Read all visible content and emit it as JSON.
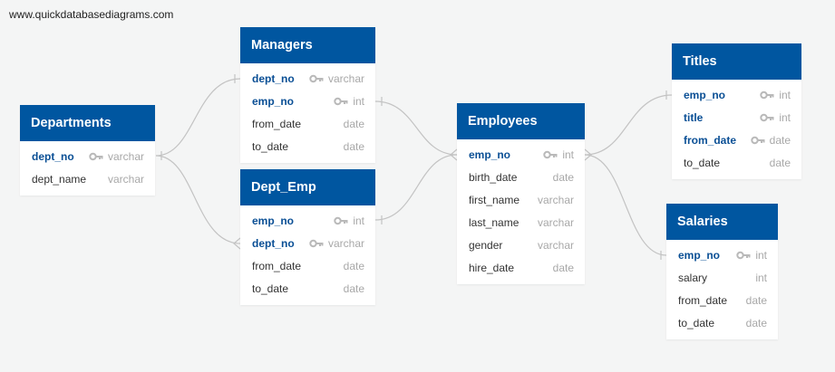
{
  "watermark": "www.quickdatabasediagrams.com",
  "colors": {
    "header": "#0056a0",
    "key_field": "#0a4f95",
    "type": "#a8a8a8",
    "link": "#c3c3c3",
    "background": "#f4f5f5"
  },
  "tables": {
    "departments": {
      "title": "Departments",
      "fields": [
        {
          "name": "dept_no",
          "type": "varchar",
          "key": true
        },
        {
          "name": "dept_name",
          "type": "varchar",
          "key": false
        }
      ]
    },
    "managers": {
      "title": "Managers",
      "fields": [
        {
          "name": "dept_no",
          "type": "varchar",
          "key": true
        },
        {
          "name": "emp_no",
          "type": "int",
          "key": true
        },
        {
          "name": "from_date",
          "type": "date",
          "key": false
        },
        {
          "name": "to_date",
          "type": "date",
          "key": false
        }
      ]
    },
    "dept_emp": {
      "title": "Dept_Emp",
      "fields": [
        {
          "name": "emp_no",
          "type": "int",
          "key": true
        },
        {
          "name": "dept_no",
          "type": "varchar",
          "key": true
        },
        {
          "name": "from_date",
          "type": "date",
          "key": false
        },
        {
          "name": "to_date",
          "type": "date",
          "key": false
        }
      ]
    },
    "employees": {
      "title": "Employees",
      "fields": [
        {
          "name": "emp_no",
          "type": "int",
          "key": true
        },
        {
          "name": "birth_date",
          "type": "date",
          "key": false
        },
        {
          "name": "first_name",
          "type": "varchar",
          "key": false
        },
        {
          "name": "last_name",
          "type": "varchar",
          "key": false
        },
        {
          "name": "gender",
          "type": "varchar",
          "key": false
        },
        {
          "name": "hire_date",
          "type": "date",
          "key": false
        }
      ]
    },
    "titles": {
      "title": "Titles",
      "fields": [
        {
          "name": "emp_no",
          "type": "int",
          "key": true
        },
        {
          "name": "title",
          "type": "int",
          "key": true
        },
        {
          "name": "from_date",
          "type": "date",
          "key": true
        },
        {
          "name": "to_date",
          "type": "date",
          "key": false
        }
      ]
    },
    "salaries": {
      "title": "Salaries",
      "fields": [
        {
          "name": "emp_no",
          "type": "int",
          "key": true
        },
        {
          "name": "salary",
          "type": "int",
          "key": false
        },
        {
          "name": "from_date",
          "type": "date",
          "key": false
        },
        {
          "name": "to_date",
          "type": "date",
          "key": false
        }
      ]
    }
  },
  "relationships": [
    {
      "from": "departments.dept_no",
      "to": "managers.dept_no",
      "from_end": "one",
      "to_end": "one"
    },
    {
      "from": "departments.dept_no",
      "to": "dept_emp.dept_no",
      "from_end": "one",
      "to_end": "many"
    },
    {
      "from": "managers.emp_no",
      "to": "employees.emp_no",
      "from_end": "one",
      "to_end": "many"
    },
    {
      "from": "dept_emp.emp_no",
      "to": "employees.emp_no",
      "from_end": "one",
      "to_end": "many"
    },
    {
      "from": "employees.emp_no",
      "to": "titles.emp_no",
      "from_end": "many",
      "to_end": "one"
    },
    {
      "from": "employees.emp_no",
      "to": "salaries.emp_no",
      "from_end": "many",
      "to_end": "one"
    }
  ]
}
